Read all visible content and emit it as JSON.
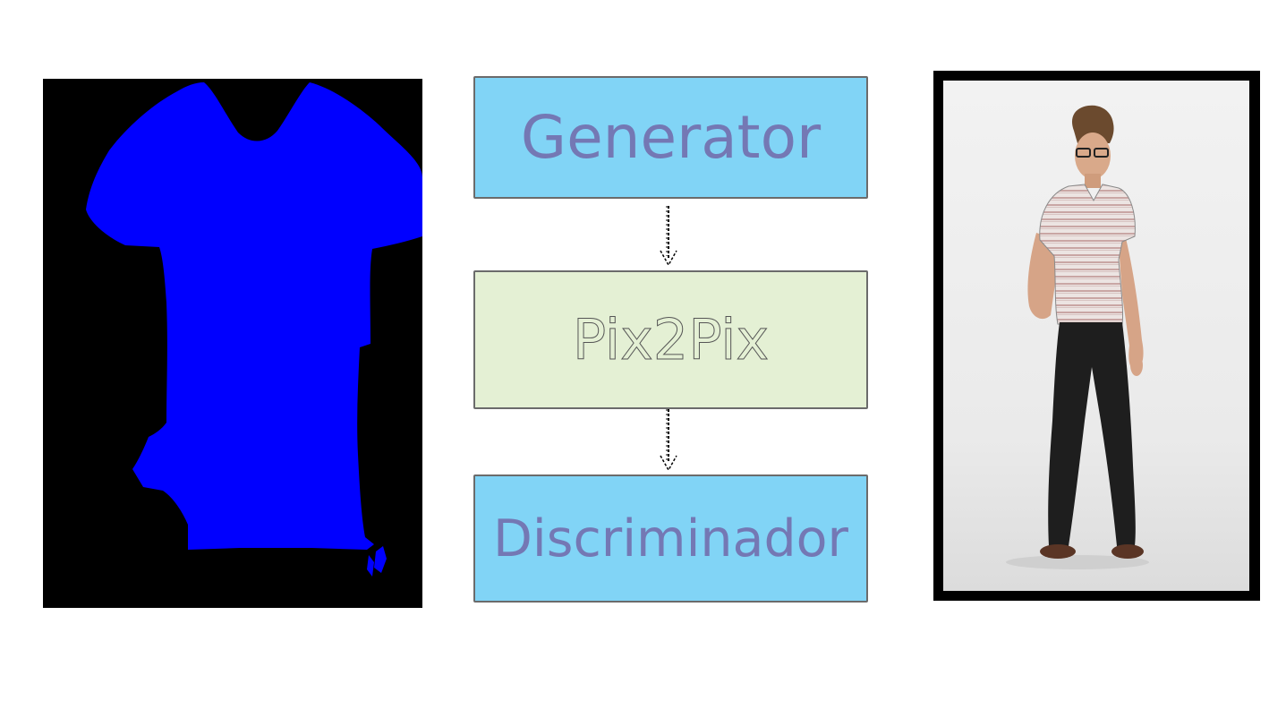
{
  "diagram": {
    "boxes": {
      "generator": {
        "label": "Generator"
      },
      "pix2pix": {
        "label": "Pix2Pix"
      },
      "discriminator": {
        "label": "Discriminador"
      }
    }
  },
  "colors": {
    "mask_background": "#000000",
    "mask_shape": "#0000ff",
    "box_blue": "#81d4f6",
    "box_green": "#e4f0d4",
    "label_text": "#7478b4",
    "box_border": "#6b6b6b"
  }
}
